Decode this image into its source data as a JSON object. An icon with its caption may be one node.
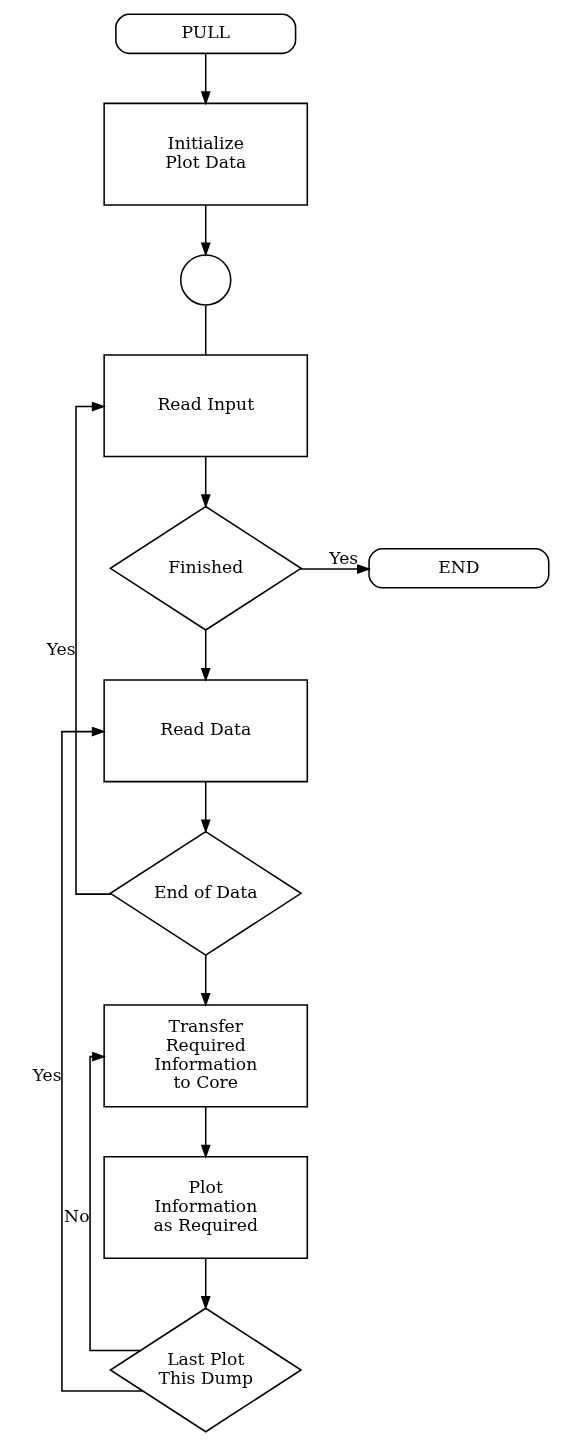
{
  "diagram": {
    "nodes": [
      {
        "text": [
          "PULL"
        ]
      },
      {
        "text": [
          "Initialize Plot Data"
        ]
      },
      {
        "text": [],
        "shape": "circle"
      },
      {
        "text": [
          "Read Input"
        ]
      },
      {
        "text": [
          "Finished"
        ]
      },
      {
        "text": [
          "END"
        ]
      },
      {
        "text": [
          "Read Data"
        ]
      },
      {
        "text": [
          "End of Data"
        ]
      },
      {
        "text": [
          "Transfer Required Information to Core"
        ]
      },
      {
        "text": [
          "Plot Information as Required"
        ]
      },
      {
        "text": [
          "Last Plot This Dump"
        ]
      }
    ],
    "edges": [
      {
        "from": 0,
        "to": 1,
        "arrow": "to"
      },
      {
        "from": 1,
        "to": 2,
        "arrow": "to"
      },
      {
        "from": 2,
        "to": 3,
        "arrow": "none"
      },
      {
        "from": 3,
        "to": 4,
        "arrow": "to"
      },
      {
        "from": 4,
        "to": 5,
        "arrow": "to",
        "label": "Yes"
      },
      {
        "from": 4,
        "to": 6,
        "arrow": "to"
      },
      {
        "from": 6,
        "to": 7,
        "arrow": "to"
      },
      {
        "from": 7,
        "to": 3,
        "arrow": "to",
        "label": "Yes"
      },
      {
        "from": 7,
        "to": 8,
        "arrow": "to"
      },
      {
        "from": 8,
        "to": 9,
        "arrow": "to"
      },
      {
        "from": 9,
        "to": 10,
        "arrow": "to"
      },
      {
        "from": 10,
        "to": 8,
        "arrow": "to",
        "label": "No"
      },
      {
        "from": 10,
        "to": 6,
        "arrow": "to",
        "label": "Yes"
      }
    ]
  }
}
